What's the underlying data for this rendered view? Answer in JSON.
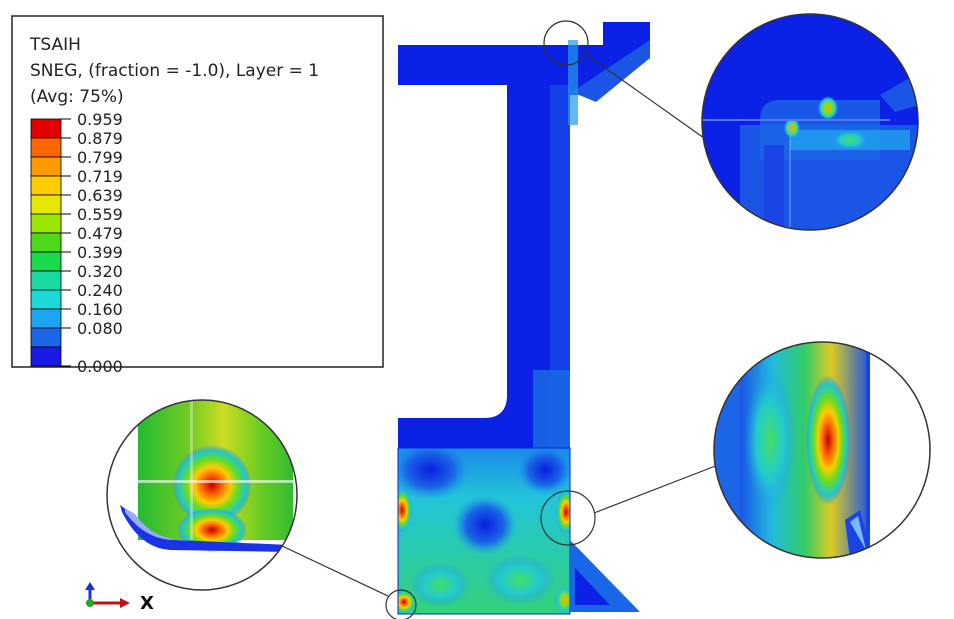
{
  "legend": {
    "title_lines": [
      "TSAIH",
      "SNEG, (fraction = -1.0), Layer = 1",
      "(Avg: 75%)"
    ],
    "values": [
      "0.959",
      "0.879",
      "0.799",
      "0.719",
      "0.639",
      "0.559",
      "0.479",
      "0.399",
      "0.320",
      "0.240",
      "0.160",
      "0.080",
      "0.000"
    ],
    "colors": [
      "#e00000",
      "#ff6600",
      "#ff9900",
      "#ffcc00",
      "#e6e600",
      "#99e600",
      "#4dd91a",
      "#1ad94d",
      "#1ad9a0",
      "#1ad9d9",
      "#1aa6f2",
      "#1a66e6",
      "#1a1ae6"
    ]
  },
  "triad": {
    "x_label": "X"
  },
  "colors": {
    "model_base": "#0b22e6",
    "magnifier_outline": "#333333"
  }
}
